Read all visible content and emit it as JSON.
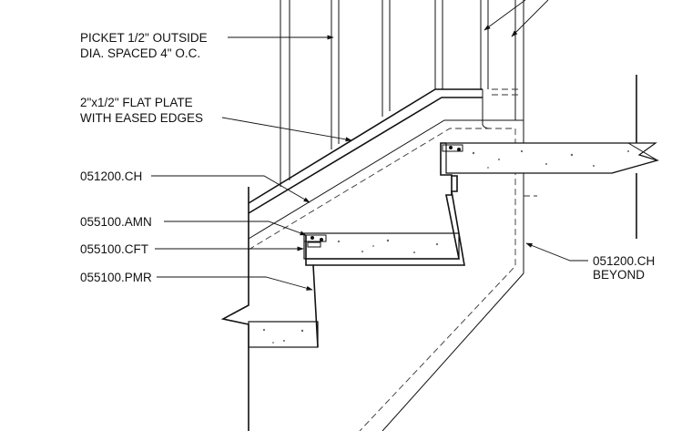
{
  "labels": {
    "picket_line1": "PICKET 1/2\" OUTSIDE",
    "picket_line2": "DIA. SPACED 4\" O.C.",
    "plate_line1": "2\"x1/2\" FLAT PLATE",
    "plate_line2": "WITH EASED EDGES",
    "ref_ch": "051200.CH",
    "ref_amn": "055100.AMN",
    "ref_cft": "055100.CFT",
    "ref_pmr": "055100.PMR",
    "ref_ch_beyond_line1": "051200.CH",
    "ref_ch_beyond_line2": "BEYOND"
  },
  "colors": {
    "line": "#111111",
    "background": "#ffffff"
  }
}
